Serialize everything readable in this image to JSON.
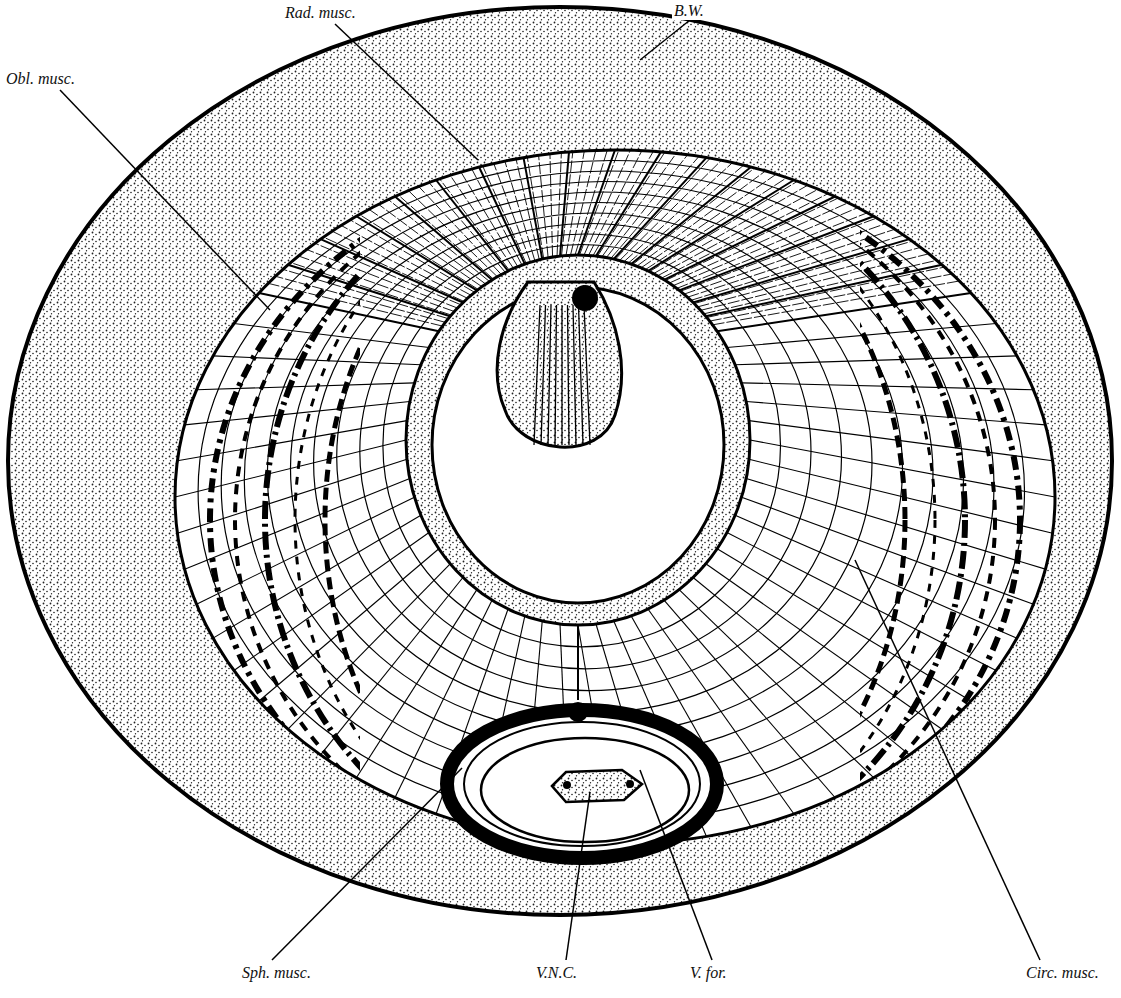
{
  "diagram": {
    "labels": [
      "Rad. musc.",
      "B.W.",
      "Obl. musc.",
      "Sph. musc.",
      "V.N.C.",
      "V. for.",
      "Circ. musc."
    ]
  }
}
